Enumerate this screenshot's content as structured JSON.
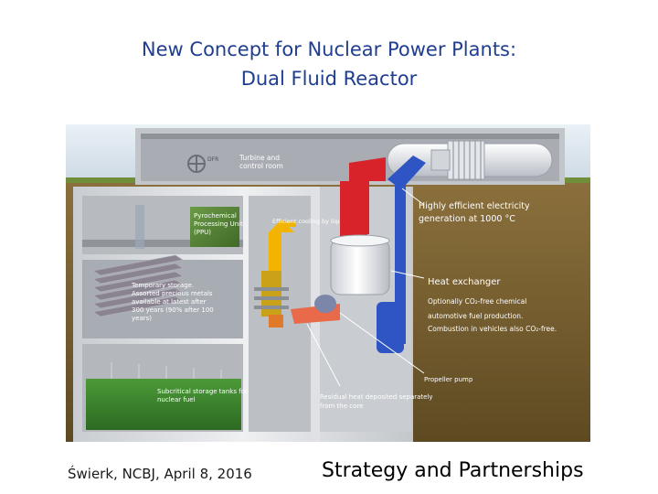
{
  "title": {
    "line1": "New Concept for Nuclear Power Plants:",
    "line2": "Dual Fluid Reactor"
  },
  "diagram": {
    "turbine_brand": "DFR",
    "labels": {
      "turbine": [
        "Turbine and",
        "control room"
      ],
      "ppu": [
        "Pyrochemical",
        "Processing Unit",
        "(PPU)"
      ],
      "cooling": "Efficient cooling by liquid lead",
      "electricity": [
        "Highly efficient electricity",
        "generation at 1000 °C"
      ],
      "heat_exchanger": "Heat exchanger",
      "fuel_production": [
        "Optionally CO₂-free chemical",
        "automotive fuel production.",
        "Combustion in vehicles also CO₂-free."
      ],
      "storage": [
        "Temporary storage.",
        "Assorted precious metals",
        "available at latest after",
        "300 years (90% after 100",
        "years)"
      ],
      "subcritical": [
        "Subcritical storage tanks for",
        "nuclear fuel"
      ],
      "propeller": "Propeller pump",
      "residual": [
        "Residual heat deposited separately",
        "from the core"
      ]
    },
    "colors": {
      "sky": "#dfe9f2",
      "ground": "#7a6334",
      "grass": "#6f8f3a",
      "hot_loop": "#d8232a",
      "cold_loop": "#2f55c4",
      "lead_loop": "#f2b400",
      "ppu": "#5c8a3c",
      "storage_tank": "#3f8a2f",
      "wall": "#d9dcdf"
    }
  },
  "footer": {
    "left": "Świerk, NCBJ, April 8, 2016",
    "right": "Strategy and  Partnerships"
  }
}
